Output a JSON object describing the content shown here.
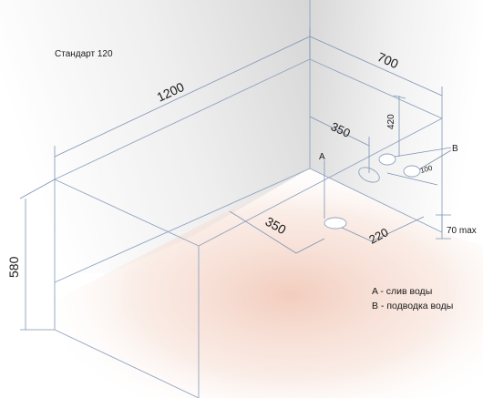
{
  "title": "Стандарт 120",
  "dimensions": {
    "length": "1200",
    "width": "700",
    "height": "580",
    "drain_offset_back": "350",
    "drain_offset_side": "220",
    "supply_offset_side": "350",
    "supply_height": "420",
    "supply_spacing": "100",
    "drain_depth_max": "70 max"
  },
  "markers": {
    "drain": "A",
    "supply": "B"
  },
  "legend": {
    "drain": "A - слив воды",
    "supply": "B - подводка воды"
  },
  "colors": {
    "wall_shadow": "#d9d9d9",
    "floor_tint": "#f3d2c4",
    "line": "#8fa3bf"
  }
}
